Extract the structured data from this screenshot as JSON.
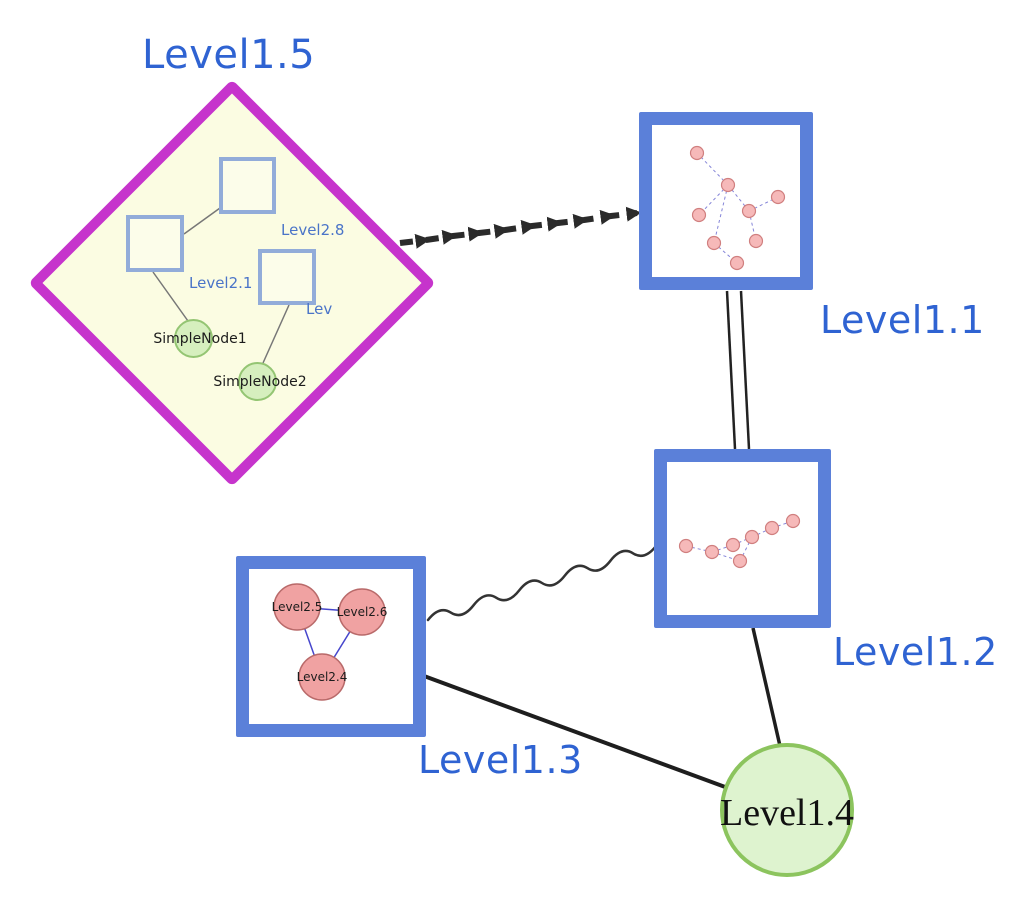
{
  "colors": {
    "label_blue": "#2f63d2",
    "thumb_border_blue": "#5b80d9",
    "diamond_magenta": "#c634cc",
    "diamond_fill": "#fbfce2",
    "green_fill": "#def3cf",
    "green_border": "#8cc45e",
    "pink_node_fill": "#f0a2a2",
    "mini_edge_blue": "#8585d8",
    "edge_black": "#2b2b2b"
  },
  "nodes": {
    "level15": {
      "label": "Level1.5",
      "shape": "diamond"
    },
    "level11": {
      "label": "Level1.1",
      "shape": "square-thumbnail"
    },
    "level12": {
      "label": "Level1.2",
      "shape": "square-thumbnail"
    },
    "level13": {
      "label": "Level1.3",
      "shape": "square-thumbnail"
    },
    "level14": {
      "label": "Level1.4",
      "shape": "circle"
    },
    "level28": {
      "label": "Level2.8",
      "shape": "square"
    },
    "level21": {
      "label": "Level2.1",
      "shape": "square"
    },
    "lev": {
      "label": "Lev",
      "shape": "square"
    },
    "simplenode1": {
      "label": "SimpleNode1",
      "shape": "circle"
    },
    "simplenode2": {
      "label": "SimpleNode2",
      "shape": "circle"
    },
    "level25": {
      "label": "Level2.5",
      "shape": "circle"
    },
    "level26": {
      "label": "Level2.6",
      "shape": "circle"
    },
    "level24": {
      "label": "Level2.4",
      "shape": "circle"
    }
  },
  "edges": [
    {
      "from": "Level1.5",
      "to": "Level1.1",
      "style": "dashed-arrows"
    },
    {
      "from": "Level1.1",
      "to": "Level1.2",
      "style": "double-line"
    },
    {
      "from": "Level1.3",
      "to": "Level1.2",
      "style": "wavy"
    },
    {
      "from": "Level1.3",
      "to": "Level1.4",
      "style": "solid"
    },
    {
      "from": "Level1.2",
      "to": "Level1.4",
      "style": "solid"
    },
    {
      "from": "Level2.1",
      "to": "Level2.8",
      "style": "solid"
    },
    {
      "from": "Level2.1",
      "to": "SimpleNode1",
      "style": "solid"
    },
    {
      "from": "Lev",
      "to": "SimpleNode2",
      "style": "solid"
    },
    {
      "from": "Level2.5",
      "to": "Level2.6",
      "style": "solid"
    },
    {
      "from": "Level2.5",
      "to": "Level2.4",
      "style": "solid"
    },
    {
      "from": "Level2.6",
      "to": "Level2.4",
      "style": "solid"
    }
  ]
}
